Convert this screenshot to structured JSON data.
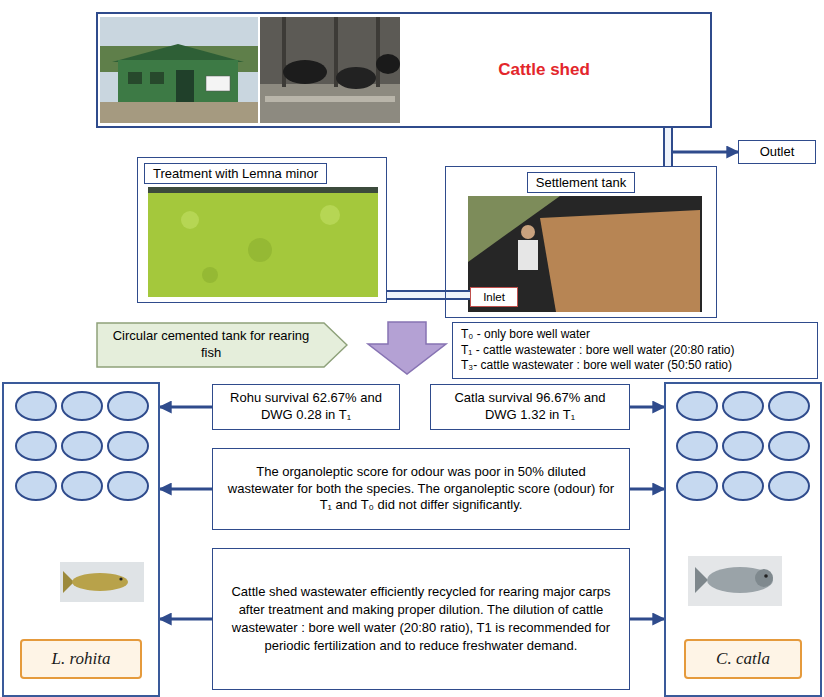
{
  "diagram": {
    "nodes": [
      {
        "text": [
          "Cattle shed"
        ]
      },
      {
        "text": [
          "Outlet"
        ]
      },
      {
        "text": [
          "Treatment with Lemna minor"
        ]
      },
      {
        "text": [
          "Settlement tank"
        ]
      },
      {
        "text": [
          "Inlet"
        ],
        "in": 3
      },
      {
        "text": [
          "Circular cemented tank for rearing fish"
        ]
      },
      {
        "text": [
          "T₀ - only bore well water",
          "T₁ - cattle wastewater : bore well water (20:80 ratio)",
          "T₃- cattle wastewater : bore well water (50:50 ratio)"
        ]
      },
      {
        "text": [
          "L. rohita"
        ]
      },
      {
        "text": [
          "Rohu survival 62.67% and DWG 0.28 in T₁"
        ]
      },
      {
        "text": [
          "Catla survival 96.67% and DWG 1.32 in T₁"
        ]
      },
      {
        "text": [
          "C. catla"
        ]
      },
      {
        "text": [
          "The organoleptic score for odour was poor in 50% diluted wastewater for both the species. The organoleptic score (odour) for T₁ and T₀ did not differ significantly."
        ]
      },
      {
        "text": [
          "Cattle shed wastewater efficiently recycled for rearing major carps after treatment and making proper dilution. The dilution of cattle wastewater : bore well water (20:80 ratio), T1 is recommended for periodic fertilization and to reduce freshwater demand."
        ]
      }
    ],
    "edges": [
      {
        "from": 0,
        "to": 1,
        "arrow": "to"
      },
      {
        "from": 0,
        "to": 3,
        "arrow": "none"
      },
      {
        "from": 4,
        "to": 2,
        "arrow": "none"
      },
      {
        "from": 8,
        "to": 7,
        "arrow": "to"
      },
      {
        "from": 9,
        "to": 10,
        "arrow": "to"
      },
      {
        "from": 11,
        "to": 7,
        "arrow": "to"
      },
      {
        "from": 11,
        "to": 10,
        "arrow": "to"
      },
      {
        "from": 12,
        "to": 7,
        "arrow": "to"
      },
      {
        "from": 12,
        "to": 10,
        "arrow": "to"
      }
    ]
  }
}
